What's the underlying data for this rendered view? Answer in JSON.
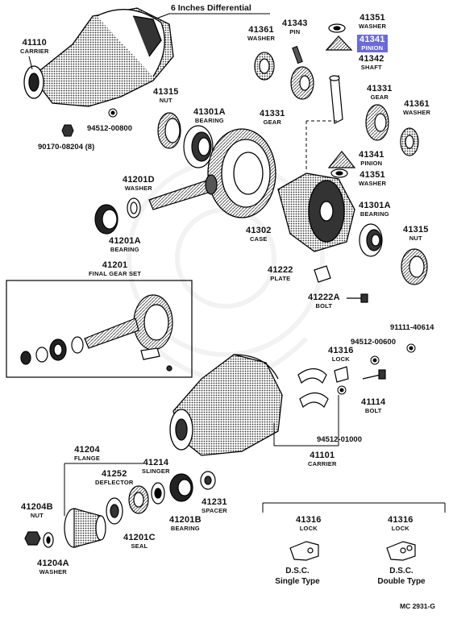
{
  "title": "6 Inches Differential",
  "diagram_code": "MC 2931-G",
  "highlight_color": "#6b6bd8",
  "parts": {
    "p41110": {
      "number": "41110",
      "name": "CARRIER"
    },
    "p41361_top": {
      "number": "41361",
      "name": "WASHER"
    },
    "p41343": {
      "number": "41343",
      "name": "PIN"
    },
    "p41351_top": {
      "number": "41351",
      "name": "WASHER"
    },
    "p41341_top": {
      "number": "41341",
      "name": "PINION"
    },
    "p41342": {
      "number": "41342",
      "name": "SHAFT"
    },
    "p41315_top": {
      "number": "41315",
      "name": "NUT"
    },
    "p41301a_top": {
      "number": "41301A",
      "name": "BEARING"
    },
    "p41331_left": {
      "number": "41331",
      "name": "GEAR"
    },
    "p41331_right": {
      "number": "41331",
      "name": "GEAR"
    },
    "p41361_right": {
      "number": "41361",
      "name": "WASHER"
    },
    "p94512_00800": {
      "number": "94512-00800"
    },
    "p90170": {
      "number": "90170-08204 (8)"
    },
    "p41201d": {
      "number": "41201D",
      "name": "WASHER"
    },
    "p41341_mid": {
      "number": "41341",
      "name": "PINION"
    },
    "p41351_mid": {
      "number": "41351",
      "name": "WASHER"
    },
    "p41201a": {
      "number": "41201A",
      "name": "BEARING"
    },
    "p41302": {
      "number": "41302",
      "name": "CASE"
    },
    "p41301a_mid": {
      "number": "41301A",
      "name": "BEARING"
    },
    "p41315_mid": {
      "number": "41315",
      "name": "NUT"
    },
    "p41201": {
      "number": "41201",
      "name": "FINAL GEAR SET"
    },
    "p41222": {
      "number": "41222",
      "name": "PLATE"
    },
    "p41222a": {
      "number": "41222A",
      "name": "BOLT"
    },
    "p91111": {
      "number": "91111-40614"
    },
    "p94512_00600": {
      "number": "94512-00600"
    },
    "p41316_lock": {
      "number": "41316",
      "name": "LOCK"
    },
    "p41114": {
      "number": "41114",
      "name": "BOLT"
    },
    "p94512_01000": {
      "number": "94512-01000"
    },
    "p41101": {
      "number": "41101",
      "name": "CARRIER"
    },
    "p41204": {
      "number": "41204",
      "name": "FLANGE"
    },
    "p41252": {
      "number": "41252",
      "name": "DEFLECTOR"
    },
    "p41214": {
      "number": "41214",
      "name": "SLINGER"
    },
    "p41231": {
      "number": "41231",
      "name": "SPACER"
    },
    "p41201b": {
      "number": "41201B",
      "name": "BEARING"
    },
    "p41204b": {
      "number": "41204B",
      "name": "NUT"
    },
    "p41201c": {
      "number": "41201C",
      "name": "SEAL"
    },
    "p41204a": {
      "number": "41204A",
      "name": "WASHER"
    },
    "p41316_single": {
      "number": "41316",
      "name": "LOCK"
    },
    "p41316_double": {
      "number": "41316",
      "name": "LOCK"
    }
  },
  "captions": {
    "single_line1": "D.S.C.",
    "single_line2": "Single Type",
    "double_line1": "D.S.C.",
    "double_line2": "Double Type"
  }
}
